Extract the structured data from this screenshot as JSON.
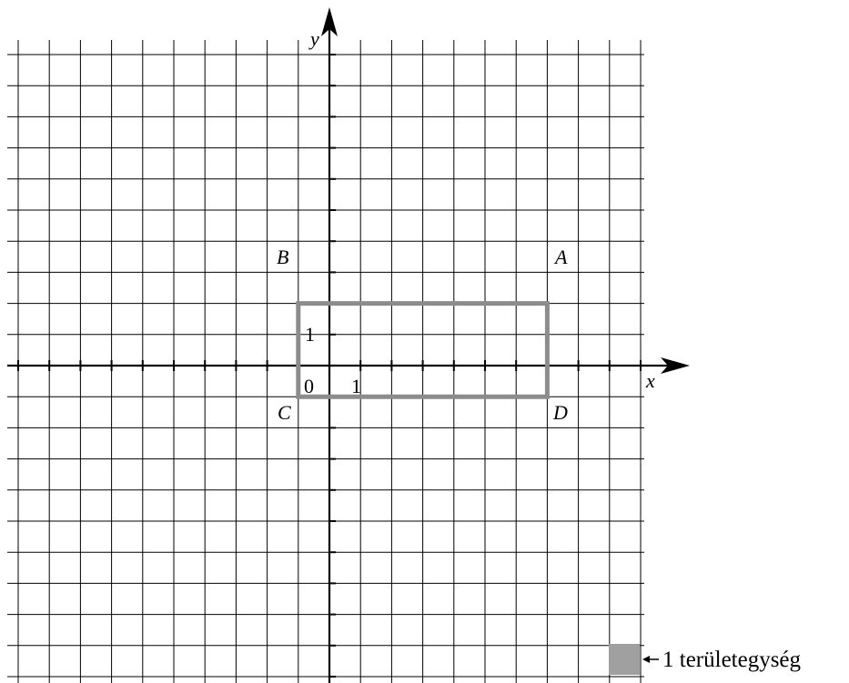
{
  "axes": {
    "x_label": "x",
    "y_label": "y",
    "origin_label": "0",
    "x_unit_label": "1",
    "y_unit_label": "1"
  },
  "grid": {
    "x_min": -10,
    "x_max": 10,
    "y_min": -10,
    "y_max": 10,
    "step": 1
  },
  "rectangle": {
    "color": "#8c8c8c",
    "vertices": [
      {
        "name": "A",
        "x": 7,
        "y": 2
      },
      {
        "name": "B",
        "x": -1,
        "y": 2
      },
      {
        "name": "C",
        "x": -1,
        "y": -1
      },
      {
        "name": "D",
        "x": 7,
        "y": -1
      }
    ]
  },
  "legend": {
    "text": "1 területegység",
    "swatch_color": "#a0a0a0",
    "icon": "arrow-left-icon"
  }
}
